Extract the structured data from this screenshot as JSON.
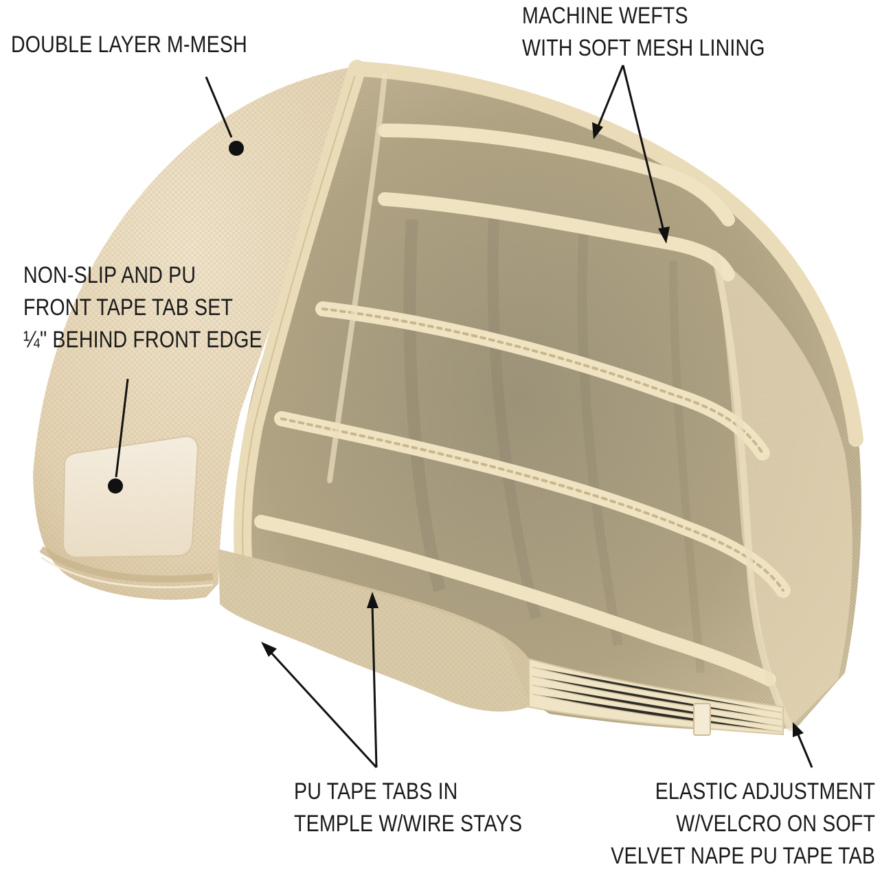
{
  "image": {
    "subject": "wig cap",
    "colors": {
      "background": "#ffffff",
      "mesh_base": "#e9dcc0",
      "mesh_shadow": "#b7a887",
      "interior_dark": "#8f8874",
      "weft_tape": "#efe3c2",
      "text": "#1a1a1a"
    }
  },
  "callouts": {
    "mmesh": {
      "lines": [
        "DOUBLE LAYER M-MESH"
      ]
    },
    "wefts": {
      "lines": [
        "MACHINE WEFTS",
        "WITH SOFT MESH LINING"
      ]
    },
    "nonslip": {
      "lines": [
        "NON-SLIP AND PU",
        "FRONT TAPE TAB SET",
        "¼\" BEHIND FRONT EDGE"
      ]
    },
    "temple": {
      "lines": [
        "PU TAPE TABS IN",
        "TEMPLE W/WIRE STAYS"
      ]
    },
    "elastic": {
      "lines": [
        "ELASTIC ADJUSTMENT",
        "W/VELCRO ON SOFT",
        "VELVET NAPE PU TAPE TAB"
      ]
    }
  }
}
